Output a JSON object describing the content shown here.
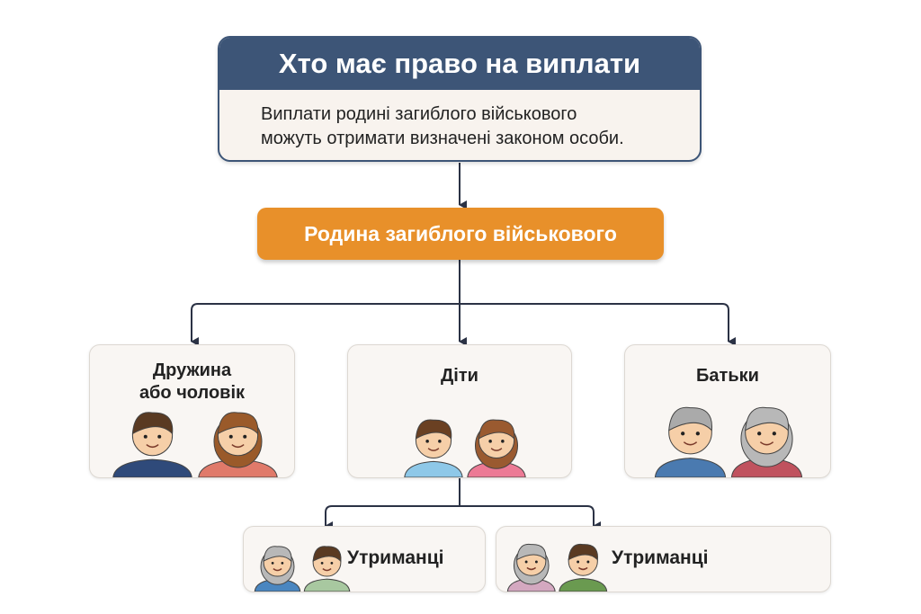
{
  "header": {
    "title": "Хто має право на виплати",
    "description_line1": "Виплати родині загиблого військового",
    "description_line2": "можуть отримати визначені законом особи."
  },
  "family_node": {
    "label": "Родина загиблого військового"
  },
  "categories": [
    {
      "label_line1": "Дружина",
      "label_line2": "або чоловік"
    },
    {
      "label_line1": "Діти"
    },
    {
      "label_line1": "Батьки"
    }
  ],
  "dependents": [
    {
      "label": "Утриманці"
    },
    {
      "label": "Утриманці"
    }
  ],
  "colors": {
    "header": "#3d5577",
    "accent": "#e8902a",
    "arrow": "#2b3245"
  }
}
